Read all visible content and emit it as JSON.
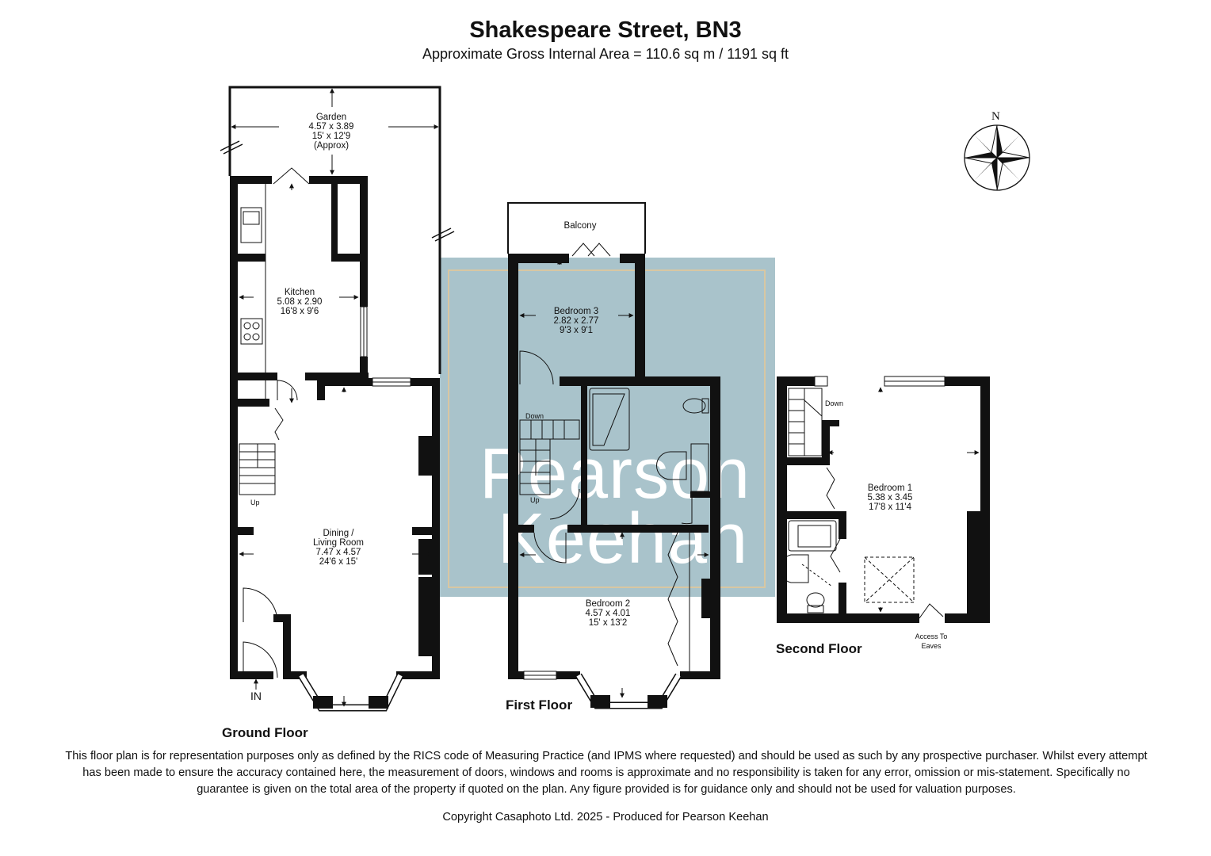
{
  "header": {
    "title": "Shakespeare Street, BN3",
    "subtitle": "Approximate Gross Internal Area = 110.6 sq m / 1191 sq ft"
  },
  "compass": {
    "north_label": "N"
  },
  "watermark": {
    "line1": "Pearson",
    "line2": "Keehan",
    "color": "#a9c3cb"
  },
  "floors": {
    "ground": {
      "label": "Ground Floor",
      "entrance_label": "IN",
      "stairs_label": "Up",
      "rooms": {
        "garden": {
          "name": "Garden",
          "metric": "4.57 x 3.89",
          "imperial": "15' x 12'9",
          "note": "(Approx)"
        },
        "kitchen": {
          "name": "Kitchen",
          "metric": "5.08 x 2.90",
          "imperial": "16'8 x 9'6"
        },
        "dining": {
          "name_line1": "Dining /",
          "name_line2": "Living Room",
          "metric": "7.47 x 4.57",
          "imperial": "24'6 x 15'"
        }
      }
    },
    "first": {
      "label": "First Floor",
      "stairs_down_label": "Down",
      "stairs_up_label": "Up",
      "rooms": {
        "balcony": {
          "name": "Balcony"
        },
        "bedroom3": {
          "name": "Bedroom 3",
          "metric": "2.82 x 2.77",
          "imperial": "9'3 x 9'1"
        },
        "bedroom2": {
          "name": "Bedroom 2",
          "metric": "4.57 x 4.01",
          "imperial": "15' x 13'2"
        }
      }
    },
    "second": {
      "label": "Second Floor",
      "stairs_label": "Down",
      "eaves_line1": "Access To",
      "eaves_line2": "Eaves",
      "rooms": {
        "bedroom1": {
          "name": "Bedroom 1",
          "metric": "5.38 x 3.45",
          "imperial": "17'8 x 11'4"
        }
      }
    }
  },
  "footer": {
    "disclaimer": "This floor plan is for representation purposes only as defined by the RICS code of Measuring Practice (and IPMS where requested) and should be used as such by any prospective purchaser. Whilst every attempt has been made to ensure the accuracy contained here, the measurement of doors, windows and rooms is approximate and no responsibility is taken for any error, omission or mis-statement. Specifically no guarantee is given on the total area of the property if quoted on the plan. Any figure provided is for guidance only and should not be used for valuation purposes.",
    "copyright": "Copyright Casaphoto Ltd. 2025 - Produced for Pearson Keehan"
  }
}
